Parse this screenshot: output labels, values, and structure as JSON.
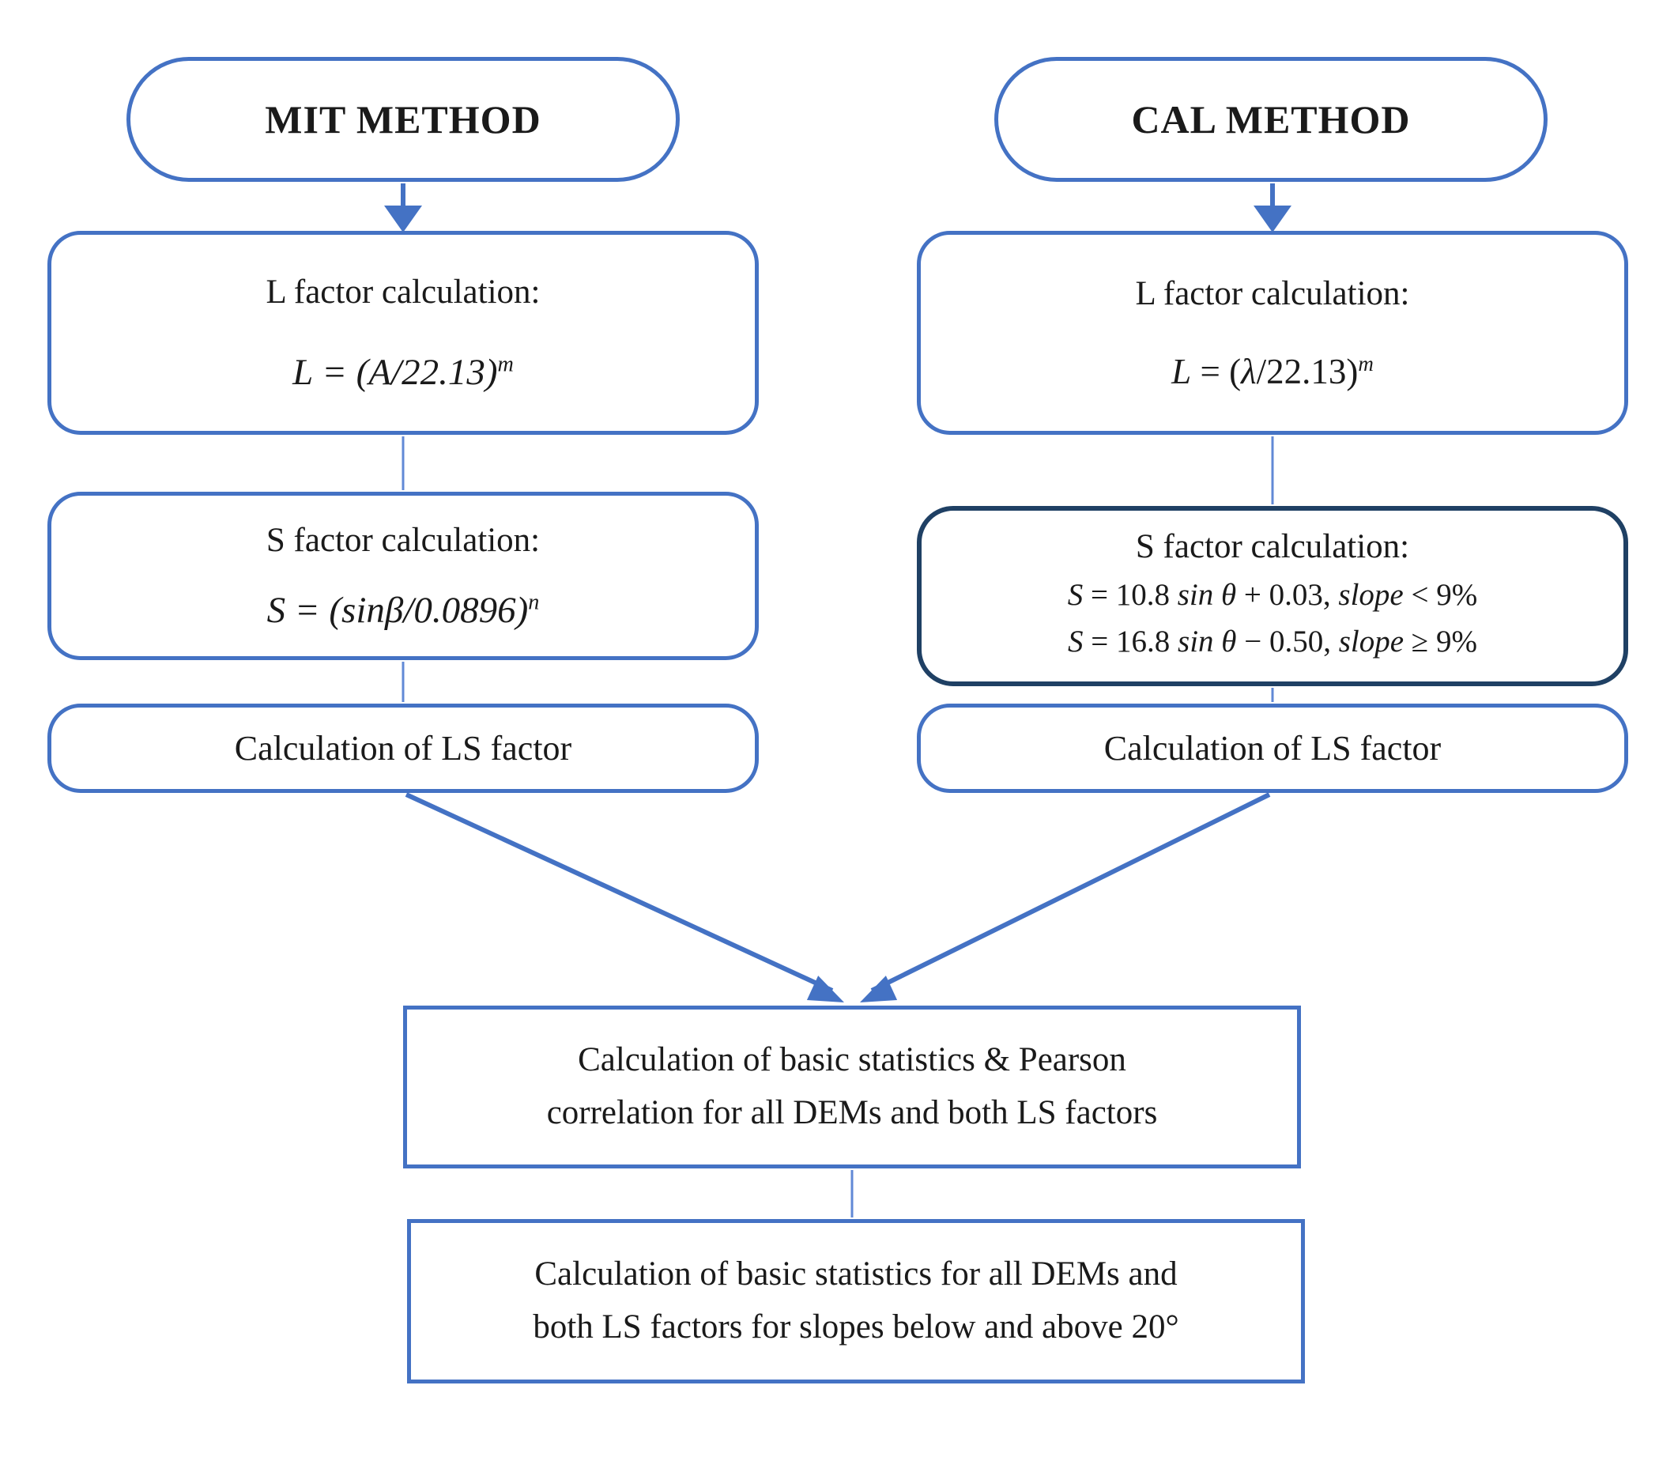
{
  "diagram": {
    "mit": {
      "title": "MIT METHOD",
      "l_box": {
        "heading": "L factor calculation:",
        "formula": "L = (A/22.13)",
        "formula_sup": "m"
      },
      "s_box": {
        "heading": "S factor calculation:",
        "formula": "S = (sinβ/0.0896)",
        "formula_sup": "n"
      },
      "ls_box": "Calculation of LS factor"
    },
    "cal": {
      "title": "CAL METHOD",
      "l_box": {
        "heading": "L factor calculation:",
        "parts": [
          "L",
          " = (",
          "λ",
          "/22.13)"
        ],
        "formula_sup": "m"
      },
      "s_box": {
        "heading": "S factor calculation:",
        "f1": [
          "S",
          " = 10.8 ",
          "sin θ",
          " + 0.03, ",
          "slope",
          "  < 9%"
        ],
        "f2": [
          "S",
          " = 16.8 ",
          "sin θ",
          " − 0.50, ",
          "slope",
          " ≥ 9%"
        ]
      },
      "ls_box": "Calculation of LS factor"
    },
    "stats_box": {
      "line1": "Calculation of basic statistics & Pearson",
      "line2": "correlation for all DEMs and both LS factors"
    },
    "slopes_box": {
      "line1": "Calculation of basic statistics for all DEMs and",
      "line2": "both LS factors for slopes below and above 20°"
    }
  },
  "colors": {
    "box_border": "#4472C4",
    "dark_border": "#1F4064",
    "arrow": "#4472C4",
    "connector": "#6189D6",
    "text": "#1A1A1A",
    "background": "#FFFFFF"
  }
}
